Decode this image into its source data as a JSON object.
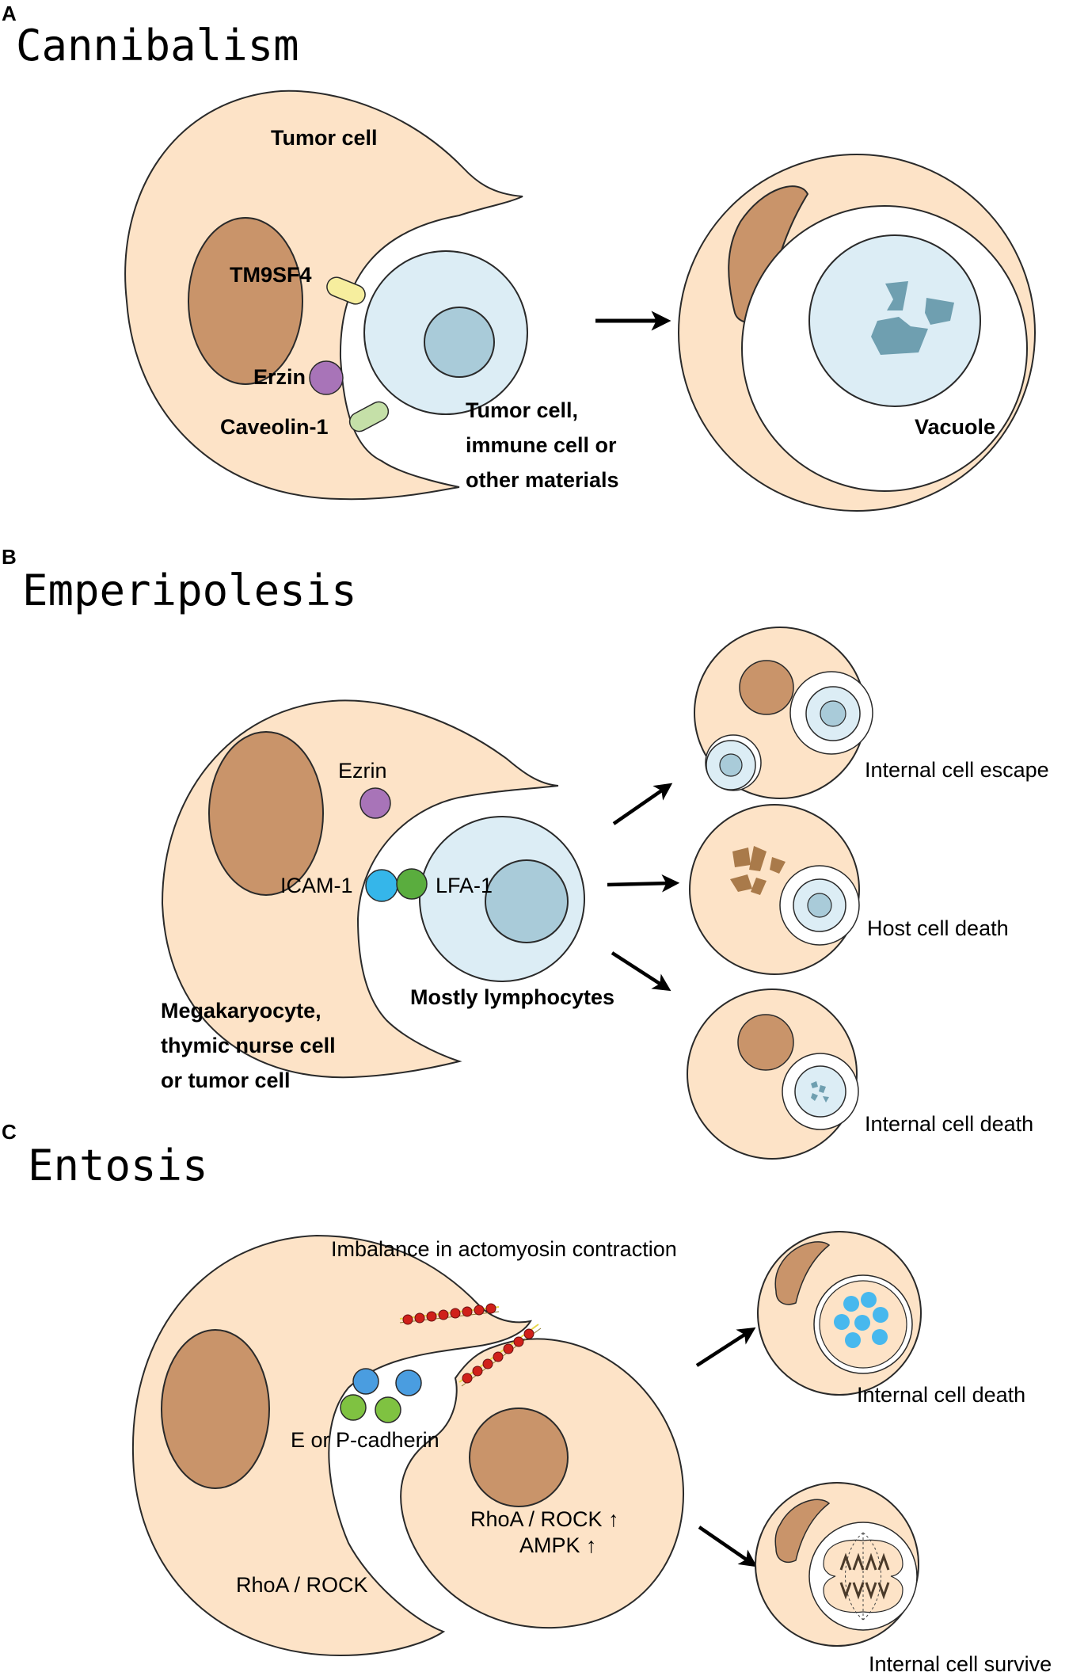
{
  "panels": {
    "a": {
      "letter": "A",
      "title": "Cannibalism",
      "labels": {
        "host": "Tumor cell",
        "tm9sf4": "TM9SF4",
        "erzin": "Erzin",
        "caveolin": "Caveolin-1",
        "target_line1": "Tumor cell,",
        "target_line2": "immune cell or",
        "target_line3": "other materials",
        "vacuole": "Vacuole"
      }
    },
    "b": {
      "letter": "B",
      "title": "Emperipolesis",
      "labels": {
        "ezrin": "Ezrin",
        "icam": "ICAM-1",
        "lfa": "LFA-1",
        "lymph": "Mostly lymphocytes",
        "host_line1": "Megakaryocyte,",
        "host_line2": "thymic nurse cell",
        "host_line3": "or tumor cell",
        "outcome1": "Internal cell escape",
        "outcome2": "Host cell death",
        "outcome3": "Internal cell death"
      }
    },
    "c": {
      "letter": "C",
      "title": "Entosis",
      "labels": {
        "imbalance": "Imbalance  in actomyosin contraction",
        "cadherin": "E or P-cadherin",
        "rhoa_host": "RhoA / ROCK",
        "rhoa_up": "RhoA / ROCK ↑",
        "ampk_up": "AMPK ↑",
        "outcome1": "Internal cell death",
        "outcome2": "Internal cell survive"
      }
    }
  },
  "colors": {
    "cell_fill": "#fde3c7",
    "cell_stroke": "#2a2a2a",
    "nucleus": "#c9946a",
    "inner_cell": "#dcedf5",
    "inner_nucleus": "#a9cbd9",
    "fragment_blue": "#6f9fb0",
    "tm9sf4": "#f6ee9e",
    "erzin": "#a874b8",
    "caveolin": "#c5e0a8",
    "icam": "#35b6ea",
    "lfa": "#5aad3e",
    "cad_blue": "#4a9de0",
    "cad_green": "#7fc241",
    "actin_red": "#d0201a",
    "actin_yellow": "#e8d84a",
    "vesicle_blue": "#47b8ee"
  }
}
